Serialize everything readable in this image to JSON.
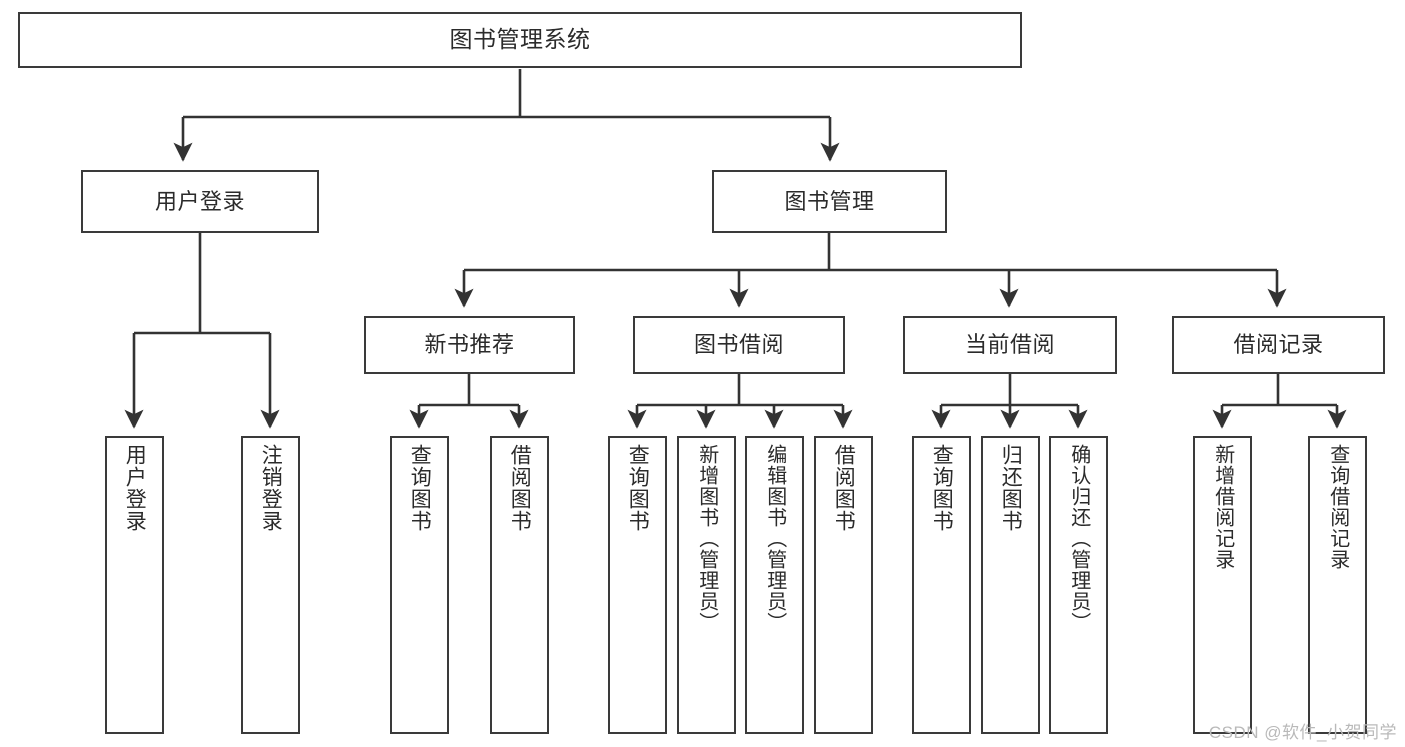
{
  "diagram": {
    "title": "图书管理系统",
    "type": "tree-hierarchy-diagram",
    "colors": {
      "box_border": "#3a3a3a",
      "box_fill": "#ffffff",
      "edge": "#333333",
      "text": "#2b2b2b",
      "watermark": "#b9b9b9",
      "background": "#ffffff"
    },
    "root": {
      "label": "图书管理系统"
    },
    "level2": [
      {
        "id": "user-login",
        "label": "用户登录"
      },
      {
        "id": "book-manage",
        "label": "图书管理"
      }
    ],
    "level3": [
      {
        "id": "new-book-recommend",
        "label": "新书推荐"
      },
      {
        "id": "book-borrow",
        "label": "图书借阅"
      },
      {
        "id": "current-borrow",
        "label": "当前借阅"
      },
      {
        "id": "borrow-record",
        "label": "借阅记录"
      }
    ],
    "leaves": {
      "user_login": [
        {
          "id": "leaf-user-login",
          "label": "用户登录"
        },
        {
          "id": "leaf-logout-login",
          "label": "注销登录"
        }
      ],
      "new_book_recommend": [
        {
          "id": "leaf-query-book-1",
          "label": "查询图书"
        },
        {
          "id": "leaf-borrow-book-1",
          "label": "借阅图书"
        }
      ],
      "book_borrow": [
        {
          "id": "leaf-query-book-2",
          "label": "查询图书"
        },
        {
          "id": "leaf-add-book-admin",
          "label": "新增图书（管理员）"
        },
        {
          "id": "leaf-edit-book-admin",
          "label": "编辑图书（管理员）"
        },
        {
          "id": "leaf-borrow-book-2",
          "label": "借阅图书"
        }
      ],
      "current_borrow": [
        {
          "id": "leaf-query-book-3",
          "label": "查询图书"
        },
        {
          "id": "leaf-return-book",
          "label": "归还图书"
        },
        {
          "id": "leaf-confirm-return-admin",
          "label": "确认归还（管理员）"
        }
      ],
      "borrow_record": [
        {
          "id": "leaf-add-borrow-record",
          "label": "新增借阅记录"
        },
        {
          "id": "leaf-query-borrow-record",
          "label": "查询借阅记录"
        }
      ]
    }
  },
  "watermark": {
    "text": "CSDN @软件_小贺同学"
  }
}
